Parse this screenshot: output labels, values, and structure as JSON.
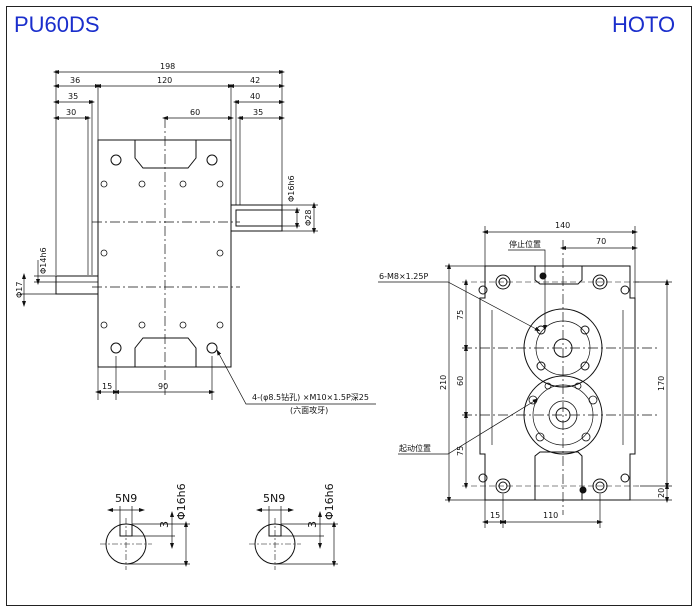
{
  "header": {
    "model": "PU60DS",
    "brand": "HOTO"
  },
  "front_view": {
    "dims_top": [
      "198",
      "36",
      "35",
      "30",
      "120",
      "60",
      "42",
      "40",
      "35"
    ],
    "shaft_right_dia": "Φ16h6",
    "body_right_dia": "Φ28",
    "shaft_left_dia": "Φ14h6",
    "body_left_dia": "Φ17",
    "dims_bottom": [
      "15",
      "90"
    ],
    "hole_note_line1": "4-(φ8.5钻孔) ×M10×1.5P深25",
    "hole_note_line2": "(六面攻牙)"
  },
  "side_view": {
    "width_top": "140",
    "width_inner": "70",
    "stop_label": "停止位置",
    "start_label": "起动位置",
    "tap_note": "6-M8×1.25P",
    "heights_left": [
      "210",
      "75",
      "60",
      "75"
    ],
    "heights_right": [
      "170",
      "20"
    ],
    "dims_bottom": [
      "15",
      "110"
    ]
  },
  "keyway": {
    "left": {
      "width": "5N9",
      "depth": "3",
      "dia": "Φ16h6"
    },
    "right": {
      "width": "5N9",
      "depth": "3",
      "dia": "Φ16h6"
    }
  }
}
